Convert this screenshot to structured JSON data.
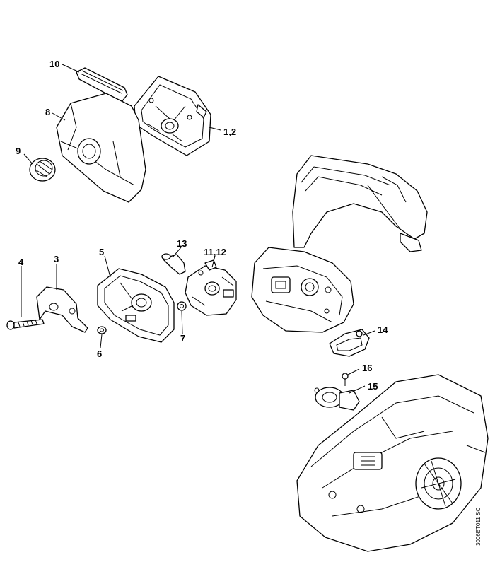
{
  "part_labels": {
    "p10": "10",
    "p8": "8",
    "p1_2": "1,2",
    "p9": "9",
    "p13": "13",
    "p11_12": "11,12",
    "p4": "4",
    "p3": "3",
    "p5": "5",
    "p7": "7",
    "p6": "6",
    "p14": "14",
    "p16": "16",
    "p15": "15"
  },
  "drawing_code": "3006ET011 SC"
}
